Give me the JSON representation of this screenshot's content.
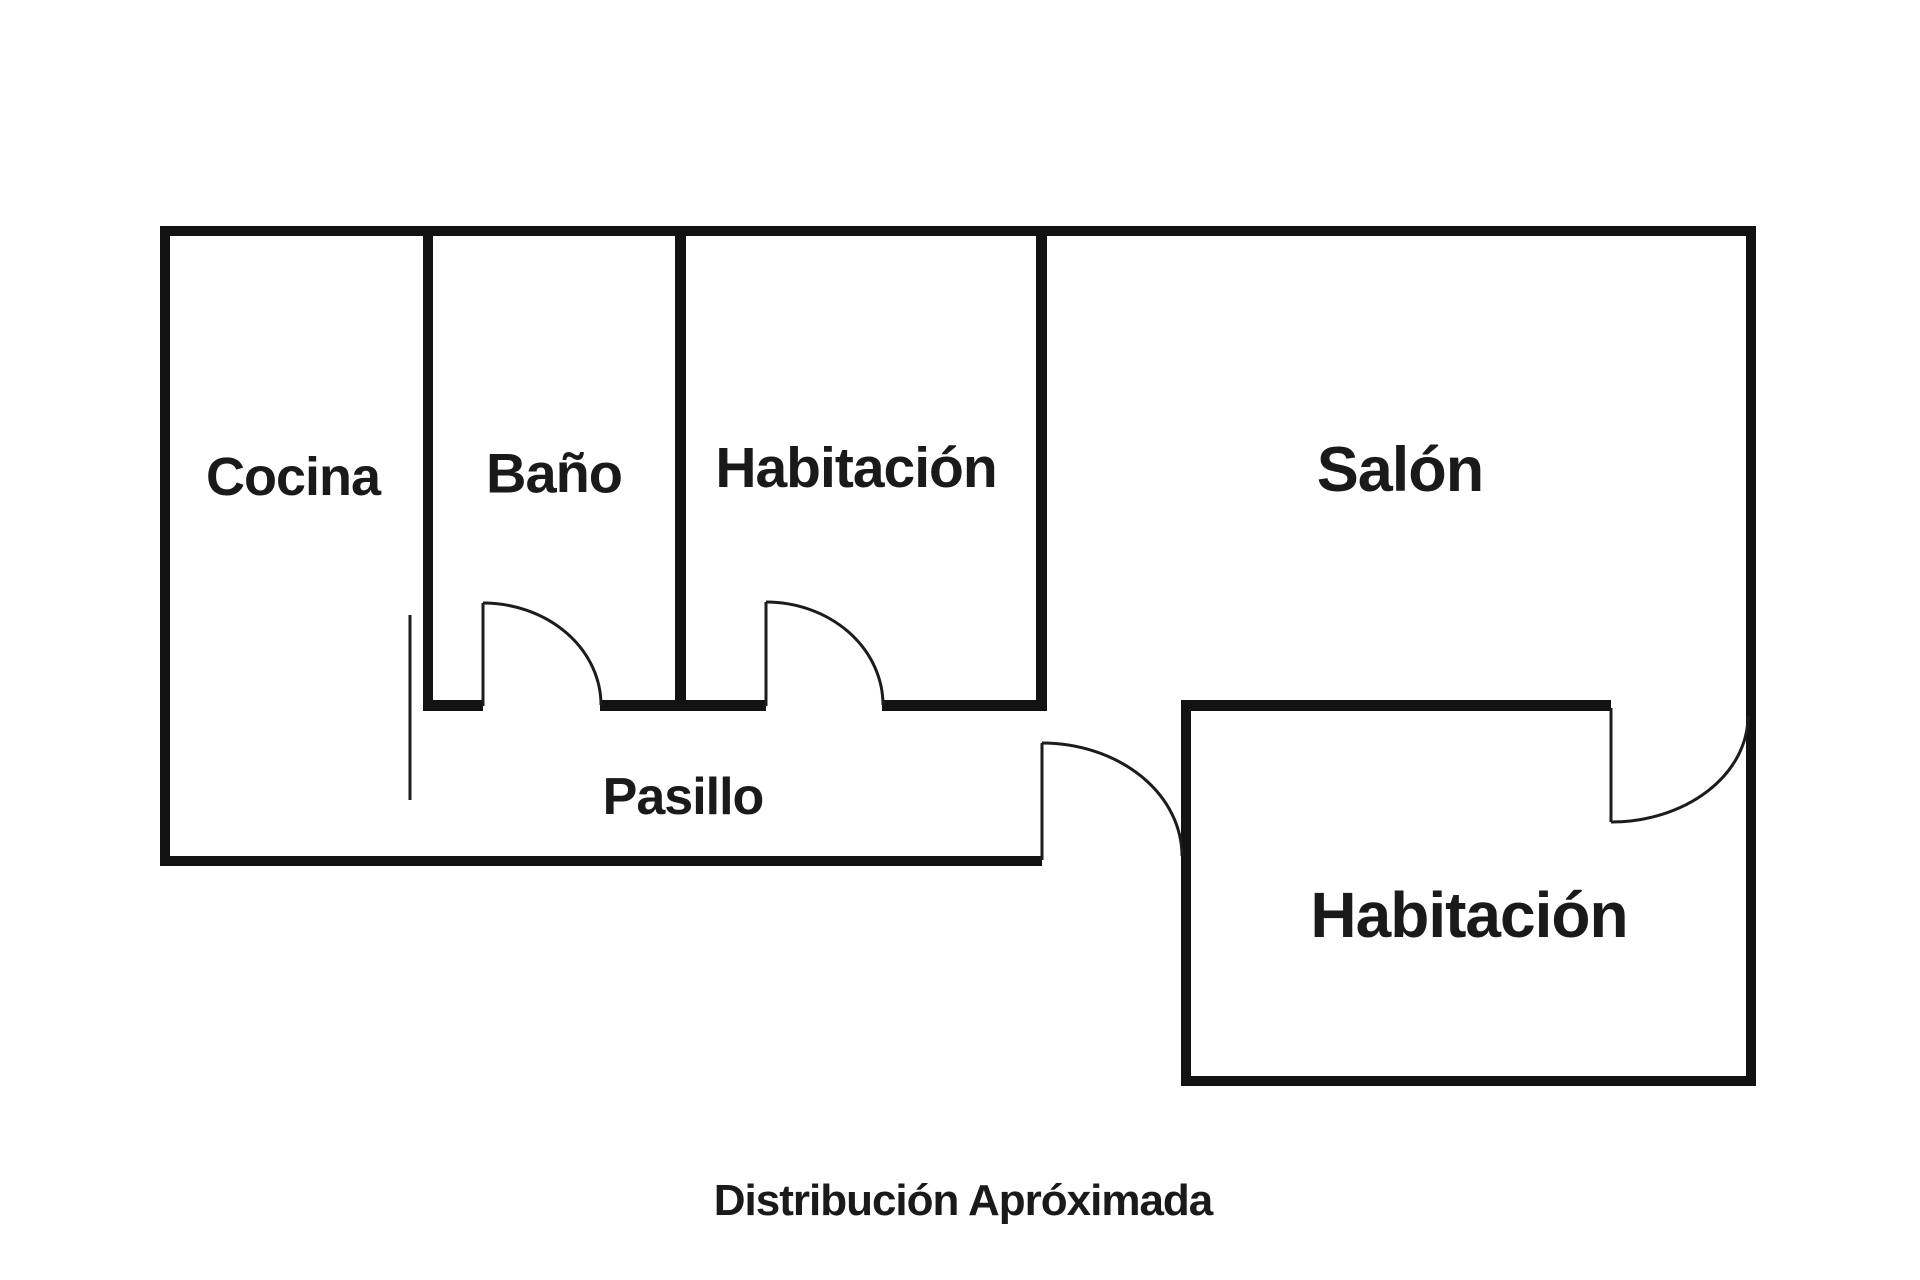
{
  "title": "Distribución Apróximada",
  "floorplan": {
    "rooms": [
      {
        "id": "cocina",
        "label": "Cocina"
      },
      {
        "id": "bano",
        "label": "Baño"
      },
      {
        "id": "habitacion-1",
        "label": "Habitación"
      },
      {
        "id": "salon",
        "label": "Salón"
      },
      {
        "id": "pasillo",
        "label": "Pasillo"
      },
      {
        "id": "habitacion-2",
        "label": "Habitación"
      }
    ],
    "doors": [
      {
        "id": "bano-door",
        "type": "swing-door"
      },
      {
        "id": "habitacion1-door",
        "type": "swing-door"
      },
      {
        "id": "pasillo-door",
        "type": "swing-door"
      },
      {
        "id": "habitacion2-door",
        "type": "swing-door"
      },
      {
        "id": "cocina-door-leaf",
        "type": "open-leaf"
      }
    ],
    "colors": {
      "wall": "#121212",
      "line": "#1c1c1c",
      "text": "#1a1a1a",
      "background": "#ffffff"
    }
  }
}
